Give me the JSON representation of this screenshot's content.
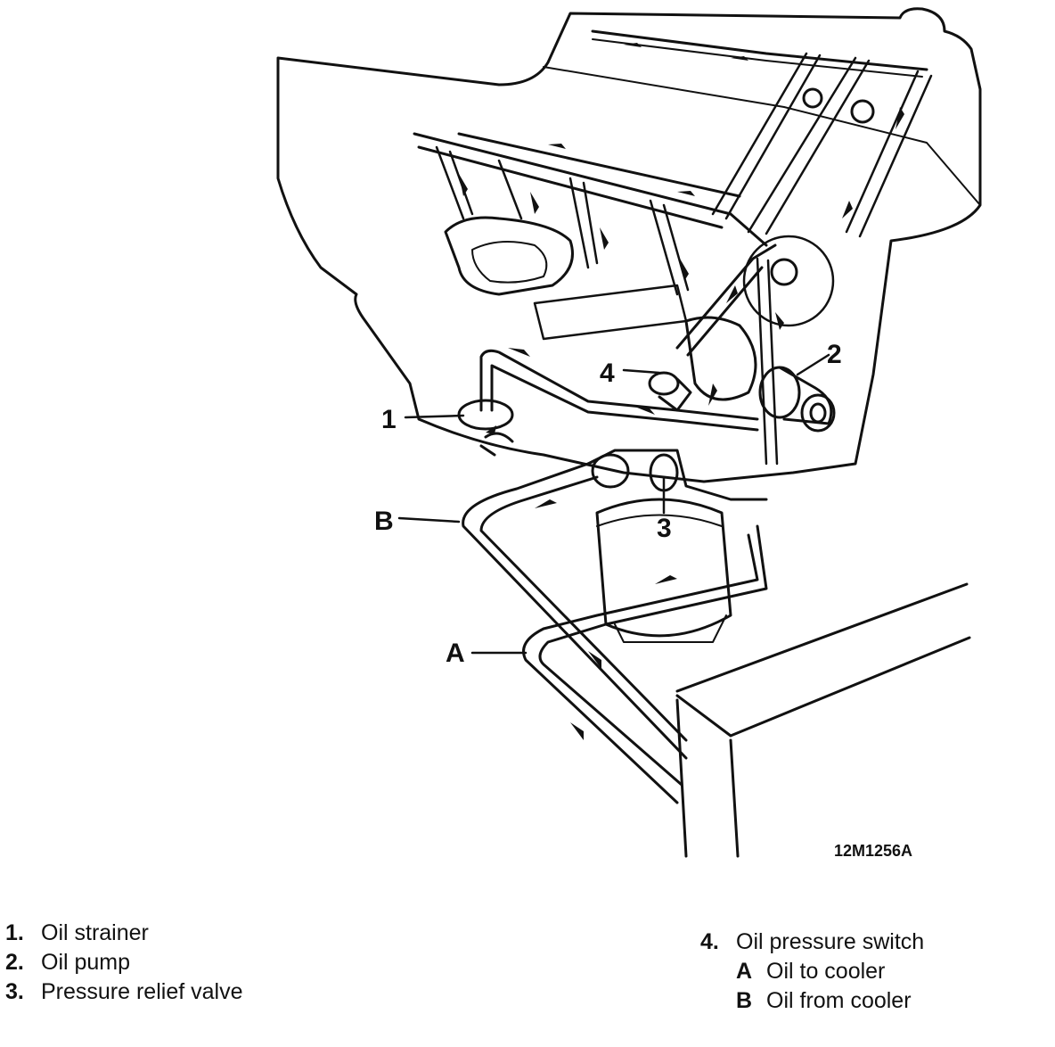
{
  "figure_id": "12M1256A",
  "callouts": {
    "c1": "1",
    "c2": "2",
    "c3": "3",
    "c4": "4",
    "cA": "A",
    "cB": "B"
  },
  "legend": {
    "items": [
      {
        "key": "1.",
        "text": "Oil strainer"
      },
      {
        "key": "2.",
        "text": "Oil pump"
      },
      {
        "key": "3.",
        "text": "Pressure relief valve"
      },
      {
        "key": "4.",
        "text": "Oil pressure switch"
      },
      {
        "key": "A",
        "text": "Oil to cooler"
      },
      {
        "key": "B",
        "text": "Oil from cooler"
      }
    ]
  },
  "colors": {
    "ink": "#111111",
    "paper": "#ffffff"
  }
}
